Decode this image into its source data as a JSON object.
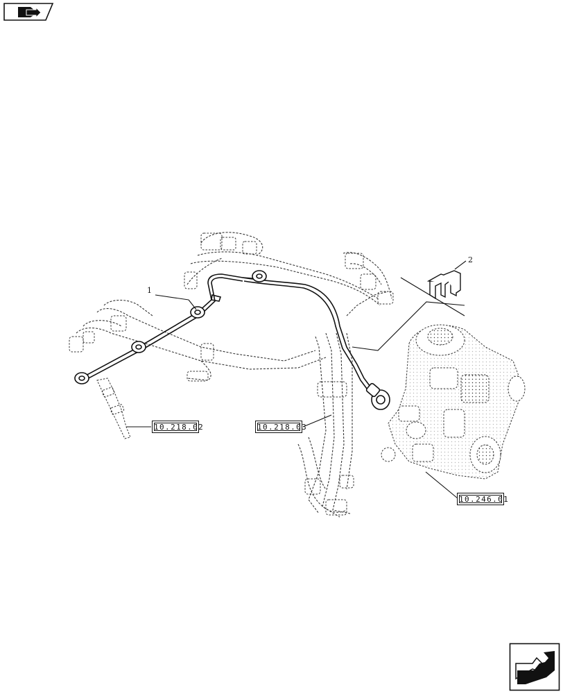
{
  "callouts": {
    "item_1": "1",
    "item_2": "2"
  },
  "references": {
    "injector_ref": "10.218.02",
    "pipes_ref": "10.218.03",
    "pump_ref": "10.246.01"
  },
  "navigation": {
    "top_icon": "previous-page-arrow-icon",
    "bottom_icon": "next-page-arrow-icon"
  },
  "colors": {
    "line": "#111111",
    "background": "#ffffff"
  }
}
